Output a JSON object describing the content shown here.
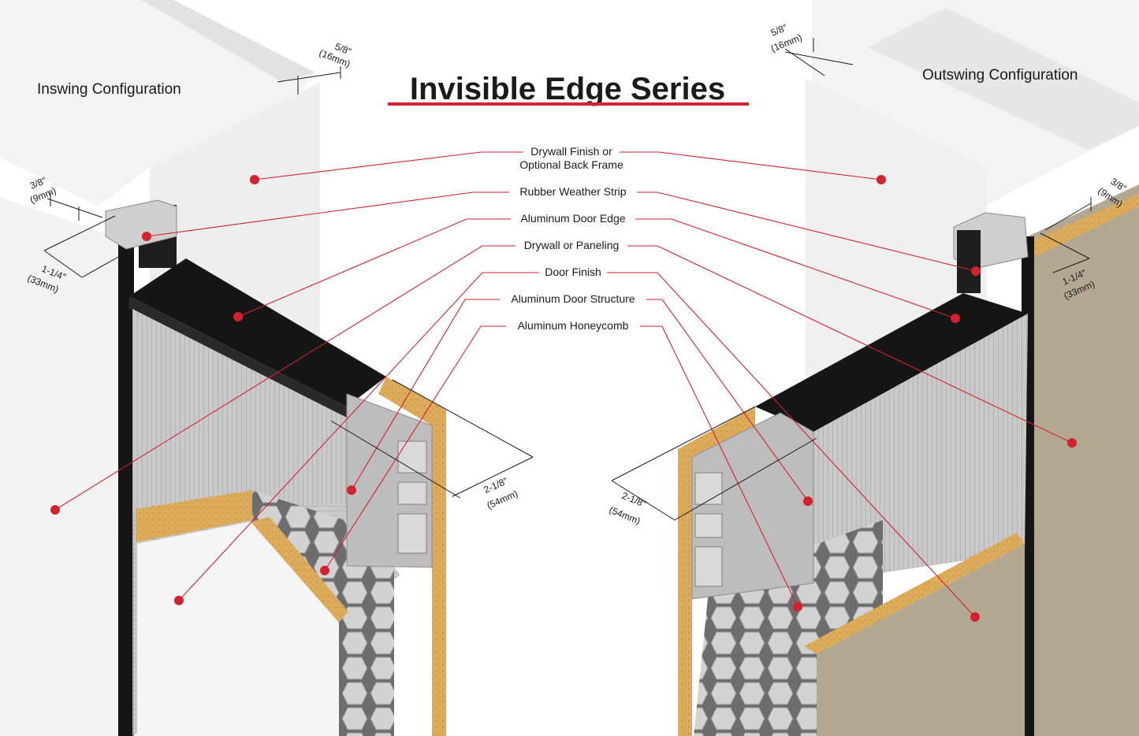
{
  "title": "Invisible Edge Series",
  "left_configuration": "Inswing Configuration",
  "right_configuration": "Outswing Configuration",
  "callouts": [
    {
      "line1": "Drywall Finish or",
      "line2": "Optional Back Frame"
    },
    {
      "line1": "Rubber Weather Strip"
    },
    {
      "line1": "Aluminum Door Edge"
    },
    {
      "line1": "Drywall or Paneling"
    },
    {
      "line1": "Door Finish"
    },
    {
      "line1": "Aluminum Door Structure"
    },
    {
      "line1": "Aluminum Honeycomb"
    }
  ],
  "dimensions": {
    "d58": {
      "frac": "5/8″",
      "mm": "(16mm)"
    },
    "d38": {
      "frac": "3/8″",
      "mm": "(9mm)"
    },
    "d114": {
      "frac": "1-1/4″",
      "mm": "(33mm)"
    },
    "d218": {
      "frac": "2-1/8″",
      "mm": "(54mm)"
    }
  },
  "colors": {
    "accent": "#d2222d",
    "frame": "#1b1b1b",
    "wood_core": "#d9a85a",
    "right_panel": "#b3a993"
  }
}
